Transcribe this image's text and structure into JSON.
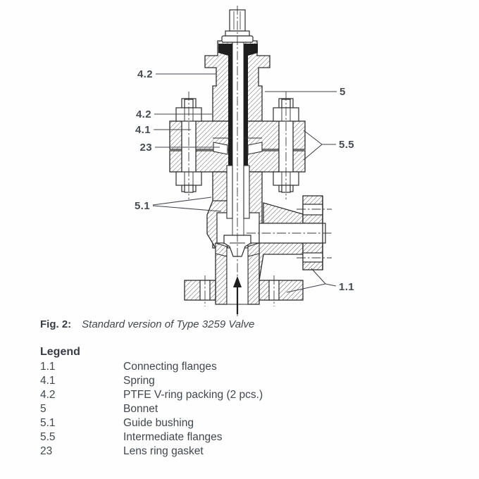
{
  "figure": {
    "caption": {
      "label": "Fig. 2:",
      "text": "Standard version of Type 3259 Valve"
    },
    "callouts": [
      {
        "label": "4.2"
      },
      {
        "label": "5"
      },
      {
        "label": "4.2"
      },
      {
        "label": "4.1"
      },
      {
        "label": "23"
      },
      {
        "label": "5.5"
      },
      {
        "label": "5.1"
      },
      {
        "label": "1.1"
      }
    ],
    "icons": {
      "flow_direction": "up-arrow"
    }
  },
  "legend": {
    "title": "Legend",
    "items": [
      {
        "ref": "1.1",
        "desc": "Connecting flanges"
      },
      {
        "ref": "4.1",
        "desc": "Spring"
      },
      {
        "ref": "4.2",
        "desc": "PTFE V-ring packing (2 pcs.)"
      },
      {
        "ref": "5",
        "desc": "Bonnet"
      },
      {
        "ref": "5.1",
        "desc": "Guide bushing"
      },
      {
        "ref": "5.5",
        "desc": "Intermediate flanges"
      },
      {
        "ref": "23",
        "desc": "Lens ring gasket"
      }
    ]
  },
  "colors": {
    "ink": "#2d2d2d",
    "hatch": "#4d4d4d",
    "text": "#3c4147",
    "label": "#474b52",
    "dark_fill": "#1e1e1e"
  }
}
